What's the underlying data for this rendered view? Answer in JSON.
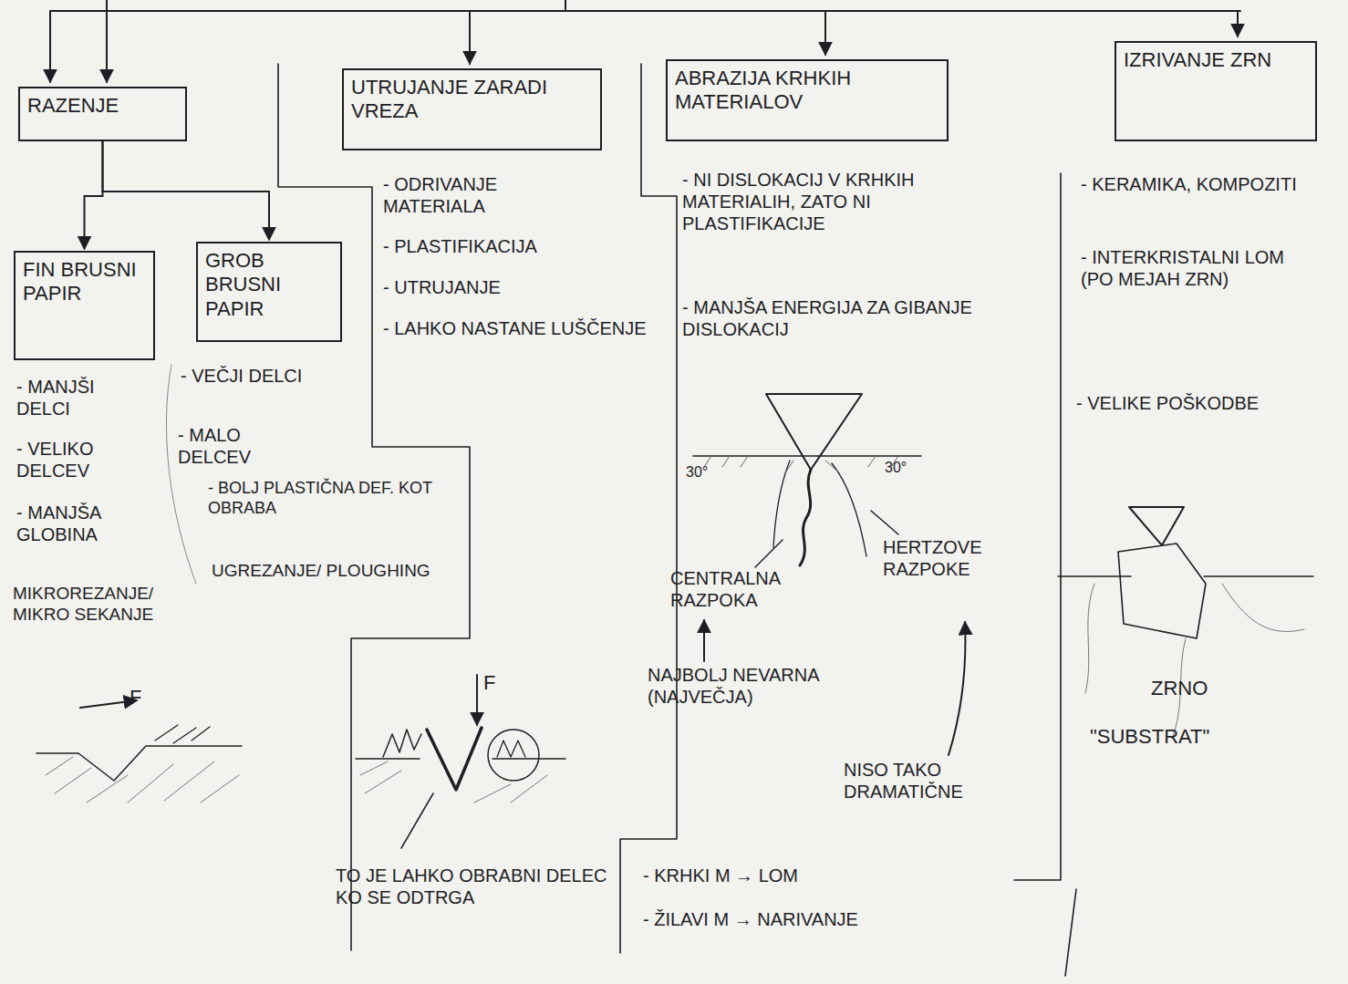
{
  "diagram": {
    "nodes": [
      {
        "text": [
          "RAZENJE"
        ]
      },
      {
        "text": [
          "UTRUJANJE ZARADI VREZA"
        ]
      },
      {
        "text": [
          "ABRAZIJA KRHKIH MATERIALOV"
        ]
      },
      {
        "text": [
          "IZRIVANJE ZRN"
        ]
      },
      {
        "text": [
          "FIN BRUSNI PAPIR"
        ]
      },
      {
        "text": [
          "GROB BRUSNI PAPIR"
        ]
      }
    ],
    "edges": [
      {
        "from": 0,
        "to": 4,
        "arrow": "to"
      },
      {
        "from": 0,
        "to": 5,
        "arrow": "to"
      }
    ],
    "labels": [
      "- MANJŠI DELCI",
      "- VELIKO DELCEV",
      "- MANJŠA GLOBINA",
      "MIKROREZANJE/ MIKRO SEKANJE",
      "F",
      "- VEČJI DELCI",
      "- MALO DELCEV",
      "- BOLJ PLASTIČNA DEF. KOT OBRABA",
      "UGREZANJE/ PLOUGHING",
      "- ODRIVANJE MATERIALA",
      "- PLASTIFIKACIJA",
      "- UTRUJANJE",
      "- LAHKO NASTANE LUŠČENJE",
      "F",
      "TO JE LAHKO OBRABNI DELEC KO SE ODTRGA",
      "- NI DISLOKACIJ V KRHKIH MATERIALIH, ZATO NI PLASTIFIKACIJE",
      "- MANJŠA ENERGIJA ZA GIBANJE DISLOKACIJ",
      "30°",
      "30°",
      "CENTRALNA RAZPOKA",
      "HERTZOVE RAZPOKE",
      "NAJBOLJ NEVARNA (NAJVEČJA)",
      "NISO TAKO DRAMATIČNE",
      "- KRHKI M → LOM",
      "- ŽILAVI M → NARIVANJE",
      "- KERAMIKA, KOMPOZITI",
      "- INTERKRISTALNI LOM (PO MEJAH ZRN)",
      "- VELIKE POŠKODBE",
      "ZRNO",
      "\"SUBSTRAT\""
    ]
  }
}
